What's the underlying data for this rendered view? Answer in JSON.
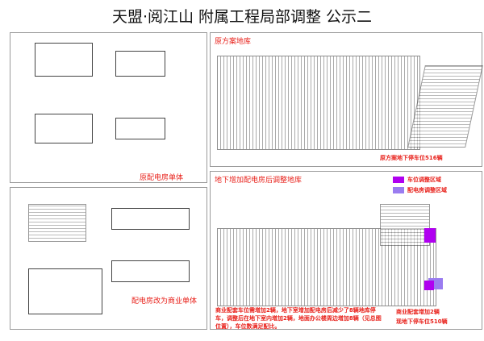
{
  "title": "天盟·阅江山  附属工程局部调整  公示二",
  "panels": {
    "original_unit": "原配电房单体",
    "commercial_unit": "配电房改为商业单体",
    "original_garage": "原方案地库",
    "original_parking": "原方案地下停车位516辆",
    "adjusted_garage": "地下增加配电房后调整地库",
    "note": "商业配套车位需增加2辆，地下室增加配电房后减少了8辆地库停车，调整后在地下室内增加2辆，地面办公楼周边增加8辆（见总图位置），车位数满足配比。",
    "summary_1": "商业配套增加2辆",
    "summary_2": "现地下停车位510辆"
  },
  "legend": [
    {
      "label": "车位调整区域",
      "color": "#b000f0"
    },
    {
      "label": "配电房调整区域",
      "color": "#9a7cf0"
    }
  ]
}
